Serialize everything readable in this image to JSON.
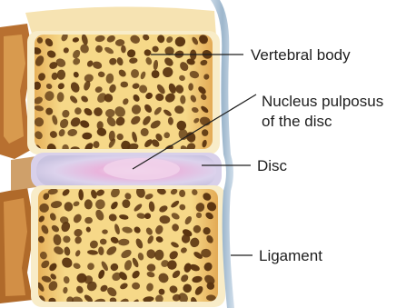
{
  "labels": {
    "vertebral_body": "Vertebral body",
    "nucleus_line1": "Nucleus pulposus",
    "nucleus_line2": "of the disc",
    "disc": "Disc",
    "ligament": "Ligament"
  },
  "colors": {
    "bone_fill": "#f3d27a",
    "bone_edge": "#e8b85c",
    "pore_dark": "#5a3410",
    "cortical_rim": "#fbeec0",
    "disc_outer": "#e2d8ee",
    "disc_core": "#eab3dc",
    "ligament": "#a7bfd3",
    "posterior_bone": "#b06a2a",
    "leader_line": "#1e1e1e"
  }
}
